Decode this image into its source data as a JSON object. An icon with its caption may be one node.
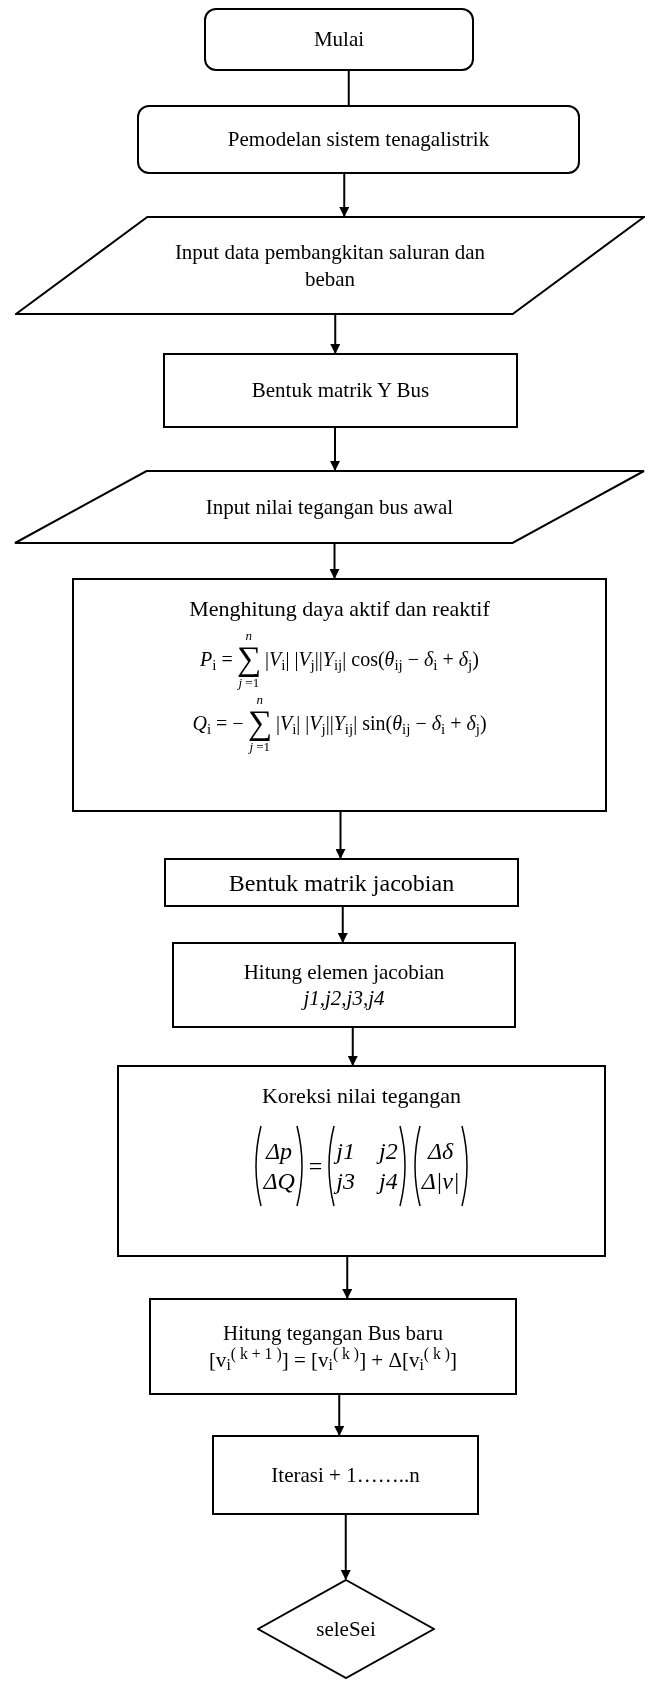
{
  "diagram": {
    "nodes": [
      {
        "text": [
          "Mulai"
        ]
      },
      {
        "text": [
          "Pemodelan sistem tenagalistrik"
        ]
      },
      {
        "text": [
          "Input data pembangkitan saluran dan beban"
        ]
      },
      {
        "text": [
          "Bentuk matrik Y Bus"
        ]
      },
      {
        "text": [
          "Input nilai tegangan bus awal"
        ]
      },
      {
        "text": [
          "Menghitung daya aktif dan reaktif",
          "*P*$_{i}$ =",
          "*n*",
          "∑",
          "*j* =1",
          "|*V*$_{i}$| |*V*$_{j}$||*Y*$_{ij}$| cos(*θ*$_{ij}$ − *δ*$_{i}$ + *δ*$_{j}$)",
          "*Q*$_{i}$ = −",
          "*n*",
          "∑",
          "*j* =1",
          "|*V*$_{i}$| |*V*$_{j}$||*Y*$_{ij}$| sin(*θ*$_{ij}$ − *δ*$_{i}$ + *δ*$_{j}$)"
        ]
      },
      {
        "text": [
          "Bentuk matrik jacobian"
        ]
      },
      {
        "text": [
          "Hitung elemen jacobian",
          "j1,j2,j3,j4"
        ]
      },
      {
        "text": [
          "Koreksi nilai tegangan",
          "Δp",
          "ΔQ",
          "=",
          "j1",
          "j2",
          "j3",
          "j4",
          "Δδ",
          "Δ|v|"
        ]
      },
      {
        "text": [
          "Hitung tegangan Bus baru",
          "[v$_{i}$$^{( k + 1 )}$] = [v$_{i}$$^{( k )}$] + Δ[v$_{i}$$^{( k )}$]"
        ]
      },
      {
        "text": [
          "Iterasi + 1……..n"
        ]
      },
      {
        "text": [
          "seleSei"
        ]
      }
    ],
    "edges": [
      {
        "from": 0,
        "to": 1,
        "arrow": "none"
      },
      {
        "from": 1,
        "to": 2,
        "arrow": "to"
      },
      {
        "from": 2,
        "to": 3,
        "arrow": "to"
      },
      {
        "from": 3,
        "to": 4,
        "arrow": "to"
      },
      {
        "from": 4,
        "to": 5,
        "arrow": "to"
      },
      {
        "from": 5,
        "to": 6,
        "arrow": "to"
      },
      {
        "from": 6,
        "to": 7,
        "arrow": "to"
      },
      {
        "from": 7,
        "to": 8,
        "arrow": "to"
      },
      {
        "from": 8,
        "to": 9,
        "arrow": "to"
      },
      {
        "from": 9,
        "to": 10,
        "arrow": "to"
      },
      {
        "from": 10,
        "to": 11,
        "arrow": "to"
      }
    ]
  }
}
